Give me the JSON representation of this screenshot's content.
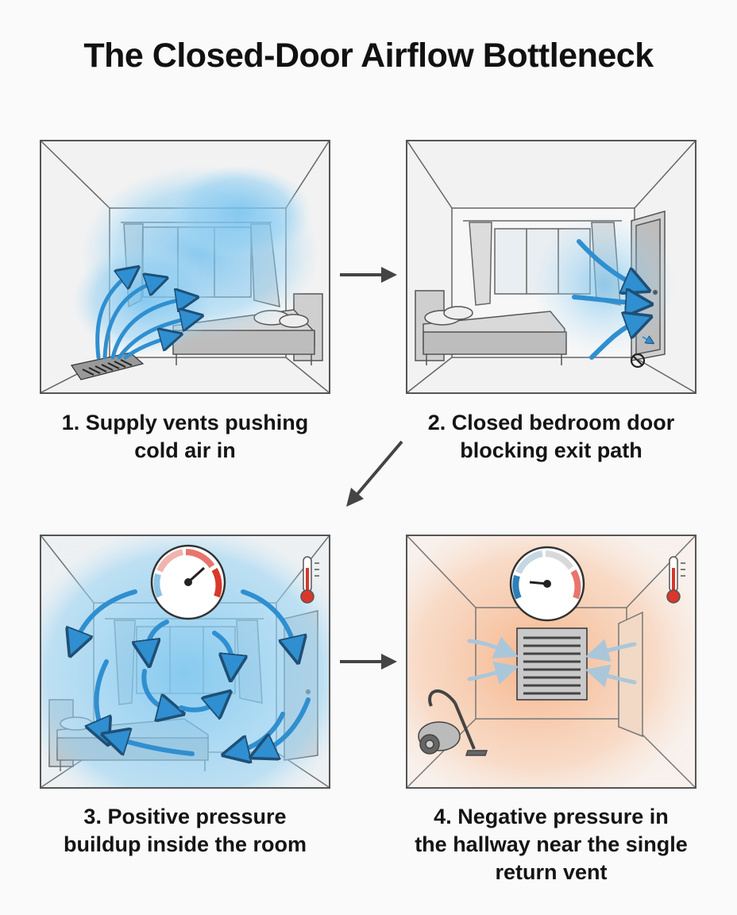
{
  "title": "The Closed-Door Airflow Bottleneck",
  "steps": [
    {
      "lines": [
        "1. Supply vents pushing",
        "cold air in"
      ]
    },
    {
      "lines": [
        "2. Closed bedroom door",
        "blocking exit path"
      ]
    },
    {
      "lines": [
        "3. Positive pressure",
        "buildup inside the room"
      ]
    },
    {
      "lines": [
        "4. Negative pressure in",
        "the hallway near the single",
        "return vent"
      ]
    }
  ],
  "colors": {
    "cold_air": "#7cc4ee",
    "arrow_blue": "#2f8fd0",
    "warm_air": "#f7b98f",
    "gauge_red": "#d9372b",
    "gauge_blue": "#2f7fb8",
    "outline": "#555555"
  },
  "icons": [
    "floor-vent-icon",
    "door-icon",
    "no-entry-icon",
    "pressure-gauge-icon",
    "thermometer-icon",
    "vacuum-cleaner-icon",
    "return-vent-icon"
  ]
}
